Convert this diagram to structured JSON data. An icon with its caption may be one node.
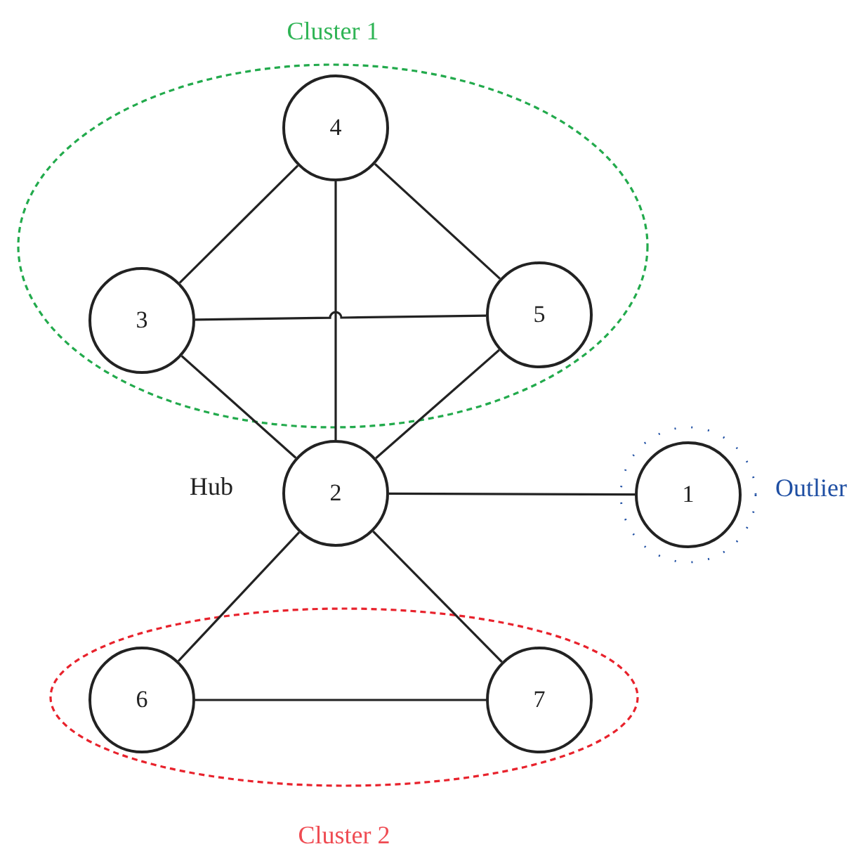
{
  "diagram": {
    "nodes": [
      {
        "text": [
          "Cluster 1"
        ]
      },
      {
        "text": [
          "4"
        ],
        "in": 0
      },
      {
        "text": [
          "3"
        ],
        "in": 0
      },
      {
        "text": [
          "5"
        ],
        "in": 0
      },
      {
        "text": [
          "2"
        ],
        "beside": [
          "Hub"
        ]
      },
      {
        "text": [
          "1"
        ],
        "beside": [
          "Outlier"
        ]
      },
      {
        "text": [
          "Cluster 2"
        ]
      },
      {
        "text": [
          "6"
        ],
        "in": 6
      },
      {
        "text": [
          "7"
        ],
        "in": 6
      }
    ],
    "edges": [
      {
        "from": 1,
        "to": 2,
        "arrow": "none"
      },
      {
        "from": 1,
        "to": 3,
        "arrow": "none"
      },
      {
        "from": 1,
        "to": 4,
        "arrow": "none"
      },
      {
        "from": 2,
        "to": 3,
        "arrow": "none"
      },
      {
        "from": 2,
        "to": 4,
        "arrow": "none"
      },
      {
        "from": 3,
        "to": 4,
        "arrow": "none"
      },
      {
        "from": 4,
        "to": 5,
        "arrow": "none"
      },
      {
        "from": 4,
        "to": 7,
        "arrow": "none"
      },
      {
        "from": 4,
        "to": 8,
        "arrow": "none"
      },
      {
        "from": 7,
        "to": 8,
        "arrow": "none"
      }
    ]
  }
}
